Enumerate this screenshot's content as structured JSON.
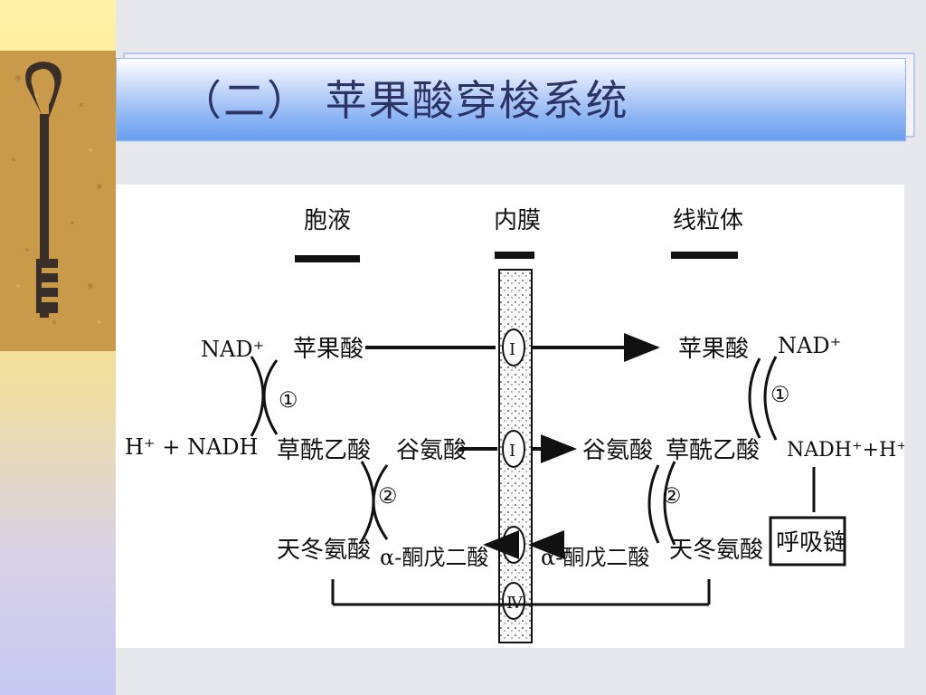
{
  "slide": {
    "title": "（二）  苹果酸穿梭系统"
  },
  "diagram": {
    "headers": {
      "cytosol": "胞液",
      "membrane": "内膜",
      "mitochondria": "线粒体"
    },
    "left": {
      "nad": "NAD⁺",
      "malate": "苹果酸",
      "hnadh": "H⁺ + NADH",
      "oxaloacetate": "草酰乙酸",
      "glutamate": "谷氨酸",
      "aspartate": "天冬氨酸",
      "akg": "α-酮戊二酸",
      "enzyme1": "①",
      "enzyme2": "②"
    },
    "right": {
      "malate": "苹果酸",
      "nad": "NAD⁺",
      "glutamate": "谷氨酸",
      "oxaloacetate": "草酰乙酸",
      "nadh": "NADH⁺+H⁺",
      "aspartate": "天冬氨酸",
      "akg": "α-酮戊二酸",
      "resp": "呼吸链",
      "enzyme1": "①",
      "enzyme2": "②"
    },
    "carriers": [
      "Ⅰ",
      "Ⅰ",
      "Ⅱ",
      "Ⅳ"
    ]
  }
}
